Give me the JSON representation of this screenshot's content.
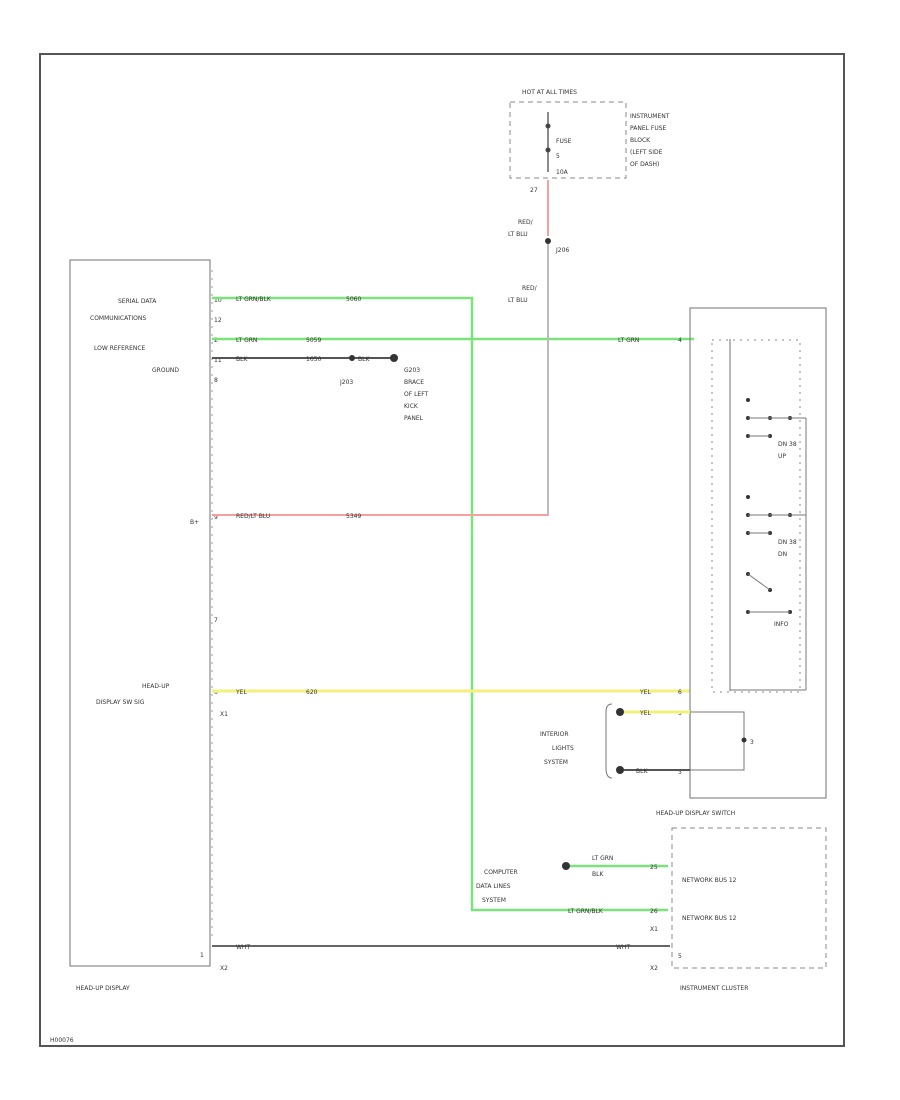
{
  "fuse_block": {
    "hot_at": "HOT AT ALL TIMES",
    "fuse": "FUSE",
    "fuse_no": "5",
    "amps": "10A",
    "pin": "27",
    "label": [
      "INSTRUMENT",
      "PANEL FUSE",
      "BLOCK",
      "(LEFT SIDE",
      "OF DASH)"
    ]
  },
  "splice": {
    "wire_above": [
      "RED/",
      "LT BLU"
    ],
    "id": "J206",
    "wire_below": [
      "RED/",
      "LT BLU"
    ]
  },
  "hud": {
    "name": "HEAD-UP DISPLAY",
    "pins": {
      "serial_data": "SERIAL DATA COMMUNICATIONS",
      "low_ref": "LOW REFERENCE",
      "ground": "GROUND",
      "bplus": "B+",
      "switch_signal": [
        "HEAD-UP",
        "DISPLAY SW SIG"
      ]
    },
    "pin_nums": [
      "10",
      "12",
      "2",
      "11",
      "8",
      "9",
      "7",
      "6"
    ],
    "connector": "X1",
    "connector2": "X2",
    "pin_x2": "1"
  },
  "wires": {
    "serial": {
      "color": "LT GRN/BLK",
      "circuit": "5060"
    },
    "low_ref": {
      "color": "LT GRN",
      "circuit": "5059"
    },
    "ground": {
      "color": "BLK",
      "circuit": "1650"
    },
    "bplus": {
      "color": "RED/LT BLU",
      "circuit": "5349"
    },
    "switch": {
      "color": "YEL",
      "circuit": "620"
    },
    "x2": {
      "color": "WHT"
    }
  },
  "ground_point": {
    "junction": "J203",
    "blk": "BLK",
    "id": "G203",
    "location": [
      "BRACE",
      "OF LEFT",
      "KICK",
      "PANEL"
    ]
  },
  "hud_switch": {
    "name": "HEAD-UP DISPLAY SWITCH",
    "pins": [
      "4",
      "6",
      "5",
      "3"
    ],
    "wire_top": "LT GRN",
    "wire_yel": "YEL",
    "wire_yel2": "YEL",
    "wire_blk": "BLK",
    "lamp_ref": "3",
    "switches": [
      [
        "DN 38",
        "UP"
      ],
      [
        "DN 38",
        "DN"
      ],
      [
        "INFO"
      ]
    ]
  },
  "interior": {
    "label": [
      "INTERIOR",
      "LIGHTS",
      "SYSTEM"
    ]
  },
  "cdl": {
    "label": [
      "COMPUTER",
      "DATA LINES",
      "SYSTEM"
    ],
    "wire_top": [
      "LT GRN",
      "BLK"
    ],
    "wire_bottom": "LT GRN/BLK"
  },
  "cluster": {
    "name": "INSTRUMENT CLUSTER",
    "bus1": "NETWORK BUS 12",
    "bus2": "NETWORK BUS 12",
    "pin_a": "25",
    "pin_b": "26",
    "connector": "X1",
    "connector2": "X2",
    "pin_c": "5"
  },
  "footer_id": "H00076"
}
